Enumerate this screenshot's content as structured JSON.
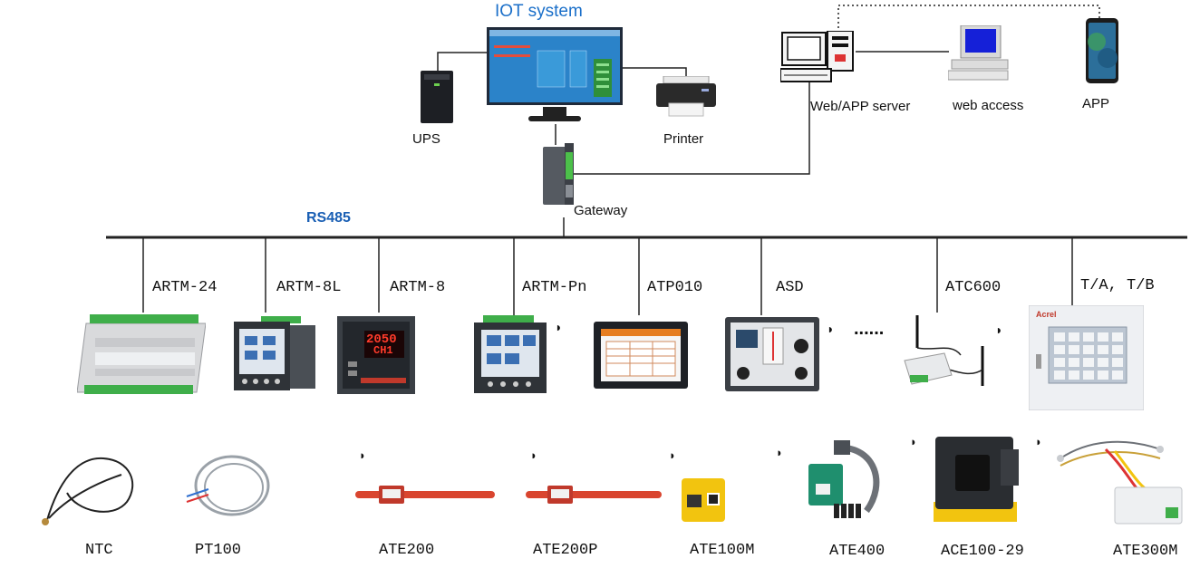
{
  "top": {
    "title": "IOT system",
    "ups": "UPS",
    "printer": "Printer",
    "gateway": "Gateway",
    "server": "Web/APP server",
    "web_access": "web access",
    "app": "APP"
  },
  "bus": {
    "label": "RS485"
  },
  "devices": [
    {
      "label": "ARTM-24"
    },
    {
      "label": "ARTM-8L"
    },
    {
      "label": "ARTM-8"
    },
    {
      "label": "ARTM-Pn"
    },
    {
      "label": "ATP010"
    },
    {
      "label": "ASD"
    },
    {
      "label": "ATC600"
    },
    {
      "label": "T/A, T/B"
    }
  ],
  "ellipsis": "......",
  "screens": {
    "artm8_line1": "2050",
    "artm8_line2": "CH1",
    "box_brand": "Acrel"
  },
  "sensors": [
    {
      "label": "NTC"
    },
    {
      "label": "PT100"
    },
    {
      "label": "ATE200"
    },
    {
      "label": "ATE200P"
    },
    {
      "label": "ATE100M"
    },
    {
      "label": "ATE400"
    },
    {
      "label": "ACE100-29"
    },
    {
      "label": "ATE300M"
    }
  ],
  "colors": {
    "line": "#222222",
    "title_blue": "#1a6fc9",
    "bus_blue": "#1a5fb4",
    "device_gray": "#5b5f66",
    "strap_red": "#d9452f",
    "ate100m_yellow": "#f2c40f"
  }
}
